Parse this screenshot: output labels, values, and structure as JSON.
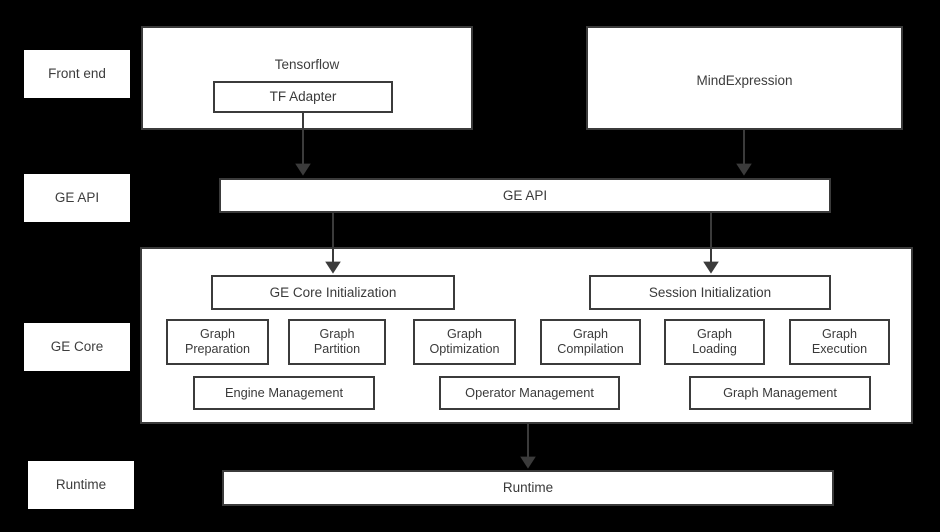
{
  "diagram": {
    "title": "GE architecture layered diagram",
    "background_color": "#000000",
    "box_fill": "#ffffff",
    "border_color": "#3b3b3b",
    "text_color": "#3d3d3d"
  },
  "layers": [
    {
      "label": "Front end"
    },
    {
      "label": "GE API"
    },
    {
      "label": "GE Core"
    },
    {
      "label": "Runtime"
    }
  ],
  "frontend": {
    "tensorflow": {
      "title": "Tensorflow",
      "child": "TF Adapter"
    },
    "mindexpression": {
      "title": "MindExpression"
    }
  },
  "ge_api": {
    "label": "GE API"
  },
  "ge_core": {
    "init_boxes": [
      {
        "label": "GE Core Initialization"
      },
      {
        "label": "Session Initialization"
      }
    ],
    "module_boxes": [
      {
        "label": "Graph\nPreparation"
      },
      {
        "label": "Graph\nPartition"
      },
      {
        "label": "Graph\nOptimization"
      },
      {
        "label": "Graph\nCompilation"
      },
      {
        "label": "Graph\nLoading"
      },
      {
        "label": "Graph\nExecution"
      }
    ],
    "management_boxes": [
      {
        "label": "Engine Management"
      },
      {
        "label": "Operator Management"
      },
      {
        "label": "Graph Management"
      }
    ]
  },
  "runtime": {
    "label": "Runtime"
  },
  "connectors": [
    {
      "name": "tf-adapter-to-ge-api"
    },
    {
      "name": "mindexpression-to-ge-api"
    },
    {
      "name": "ge-api-to-ge-core-init"
    },
    {
      "name": "ge-api-to-session-init"
    },
    {
      "name": "ge-core-to-runtime"
    }
  ]
}
